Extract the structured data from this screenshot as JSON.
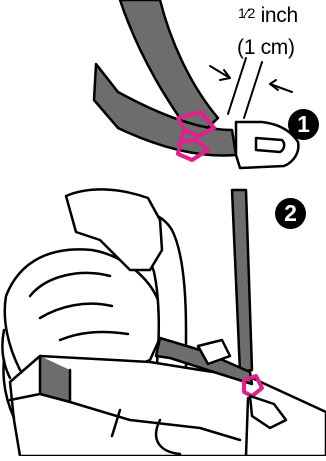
{
  "measurement": {
    "fraction": "1⁄2",
    "unit": "inch",
    "metric": "(1 cm)"
  },
  "steps": [
    "1",
    "2"
  ],
  "colors": {
    "belt": "#6d6d6d",
    "outline": "#000000",
    "clip": "#e0208c",
    "background": "#ffffff"
  }
}
